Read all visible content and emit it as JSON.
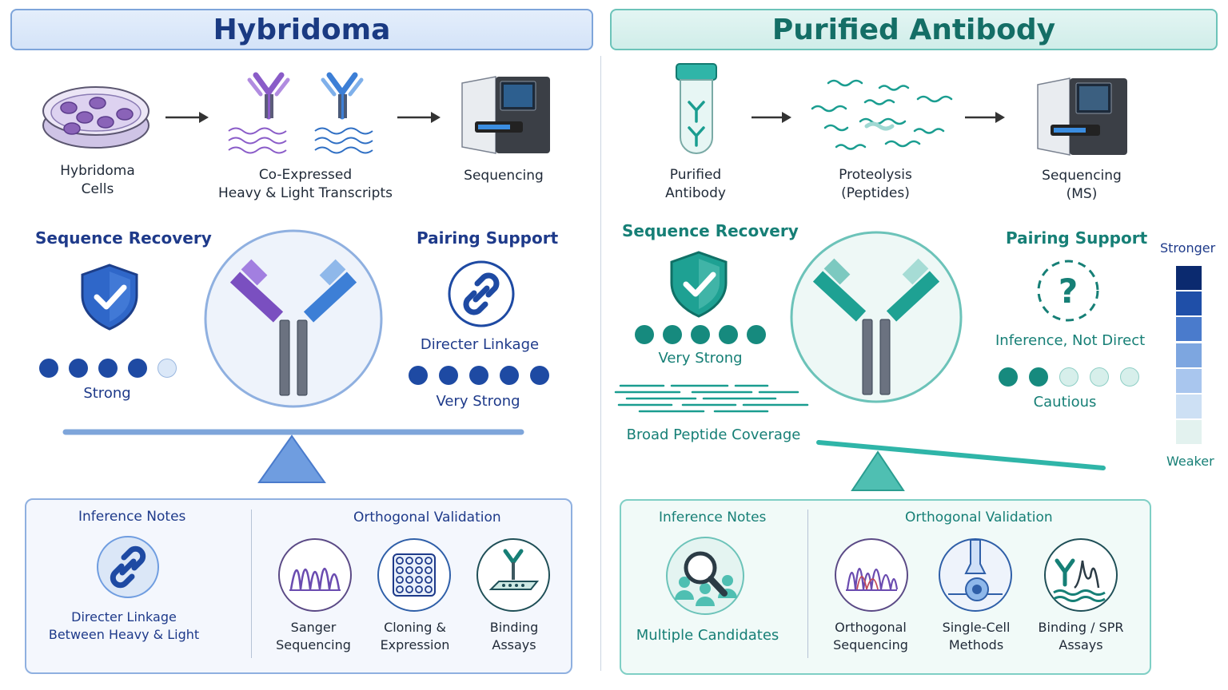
{
  "left": {
    "title": "Hybridoma",
    "workflow": [
      {
        "label_line1": "Hybridoma",
        "label_line2": "Cells",
        "icon": "petri-dish-icon"
      },
      {
        "label_line1": "Co-Expressed",
        "label_line2": "Heavy & Light Transcripts",
        "icon": "antibody-transcripts-icon"
      },
      {
        "label_line1": "Sequencing",
        "label_line2": "",
        "icon": "sequencer-icon"
      }
    ],
    "sequence_recovery": {
      "heading": "Sequence Recovery",
      "rating": "Strong",
      "filled_dots": 4,
      "total_dots": 5,
      "icon": "shield-check-icon"
    },
    "pairing_support": {
      "heading": "Pairing Support",
      "subtitle": "Directer Linkage",
      "rating": "Very Strong",
      "filled_dots": 5,
      "total_dots": 5,
      "icon": "link-icon"
    },
    "balance_tilt": 0,
    "inference_notes": {
      "heading": "Inference Notes",
      "text_line1": "Directer Linkage",
      "text_line2": "Between Heavy & Light",
      "icon": "link-icon"
    },
    "orthogonal_validation": {
      "heading": "Orthogonal Validation",
      "items": [
        {
          "line1": "Sanger",
          "line2": "Sequencing",
          "icon": "chromatogram-icon"
        },
        {
          "line1": "Cloning &",
          "line2": "Expression",
          "icon": "well-plate-icon"
        },
        {
          "line1": "Binding",
          "line2": "Assays",
          "icon": "binding-assay-icon"
        }
      ]
    }
  },
  "right": {
    "title": "Purified Antibody",
    "workflow": [
      {
        "label_line1": "Purified",
        "label_line2": "Antibody",
        "icon": "antibody-tube-icon"
      },
      {
        "label_line1": "Proteolysis",
        "label_line2": "(Peptides)",
        "icon": "peptides-icon"
      },
      {
        "label_line1": "Sequencing",
        "label_line2": "(MS)",
        "icon": "mass-spec-icon"
      }
    ],
    "sequence_recovery": {
      "heading": "Sequence Recovery",
      "rating": "Very Strong",
      "filled_dots": 5,
      "total_dots": 5,
      "coverage_label": "Broad Peptide Coverage",
      "icon": "shield-check-icon"
    },
    "pairing_support": {
      "heading": "Pairing Support",
      "subtitle": "Inference, Not Direct",
      "rating": "Cautious",
      "filled_dots": 2,
      "total_dots": 5,
      "icon": "question-mark-icon"
    },
    "inference_notes": {
      "heading": "Inference Notes",
      "text_line1": "Multiple Candidates",
      "icon": "magnifier-people-icon"
    },
    "orthogonal_validation": {
      "heading": "Orthogonal Validation",
      "items": [
        {
          "line1": "Orthogonal",
          "line2": "Sequencing",
          "icon": "chromatogram-icon"
        },
        {
          "line1": "Single-Cell",
          "line2": "Methods",
          "icon": "single-cell-icon"
        },
        {
          "line1": "Binding / SPR",
          "line2": "Assays",
          "icon": "spr-assay-icon"
        }
      ]
    }
  },
  "legend": {
    "top": "Stronger",
    "bottom": "Weaker",
    "colors": [
      "#0b2a6f",
      "#1f4fa8",
      "#4a7bcc",
      "#7da6e0",
      "#a9c6ee",
      "#cde0f4",
      "#e3f2ef"
    ]
  },
  "colors": {
    "navy": "#1e3a8a",
    "teal": "#167f76",
    "blue_dot": "#1e4aa3",
    "teal_dot": "#168a7e",
    "empty_blue": "#dbe8f8",
    "empty_teal": "#d7efeb"
  }
}
